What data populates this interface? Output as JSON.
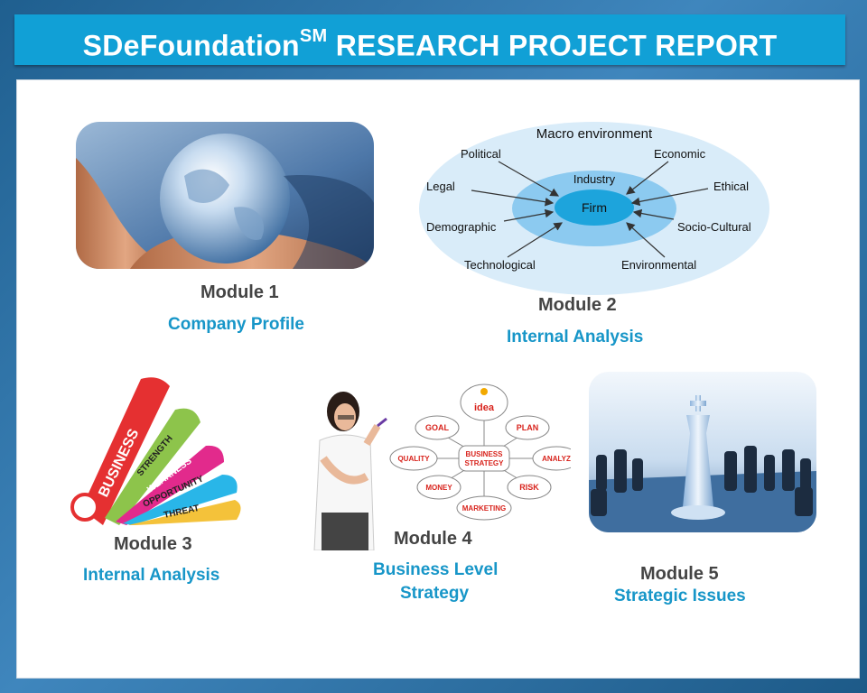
{
  "header": {
    "title": "SDeFoundation",
    "title_sup": "SM",
    "title_rest": " RESEARCH PROJECT REPORT"
  },
  "modules": [
    {
      "label": "Module 1",
      "subtitle": "Company Profile"
    },
    {
      "label": "Module 2",
      "subtitle": "Internal Analysis"
    },
    {
      "label": "Module 3",
      "subtitle": "Internal Analysis"
    },
    {
      "label": "Module 4",
      "subtitle_line1": "Business Level",
      "subtitle_line2": "Strategy"
    },
    {
      "label": "Module 5",
      "subtitle": "Strategic Issues"
    }
  ],
  "macro_diagram": {
    "title": "Macro environment",
    "industry": "Industry",
    "firm": "Firm",
    "factors": [
      "Political",
      "Economic",
      "Legal",
      "Ethical",
      "Demographic",
      "Socio-Cultural",
      "Technological",
      "Environmental"
    ]
  },
  "swot_fan": {
    "business": "BUSINESS",
    "blades": [
      "STRENGTH",
      "WEAKNESS",
      "OPPORTUNITY",
      "THREAT"
    ]
  },
  "strategy_map": {
    "center_line1": "BUSINESS",
    "center_line2": "STRATEGY",
    "nodes": [
      "idea",
      "GOAL",
      "PLAN",
      "QUALITY",
      "ANALYZ",
      "MONEY",
      "RISK",
      "MARKETING"
    ]
  },
  "colors": {
    "title_bar": "#11a0d6",
    "accent_text": "#1796c8",
    "module_label": "#444444"
  }
}
